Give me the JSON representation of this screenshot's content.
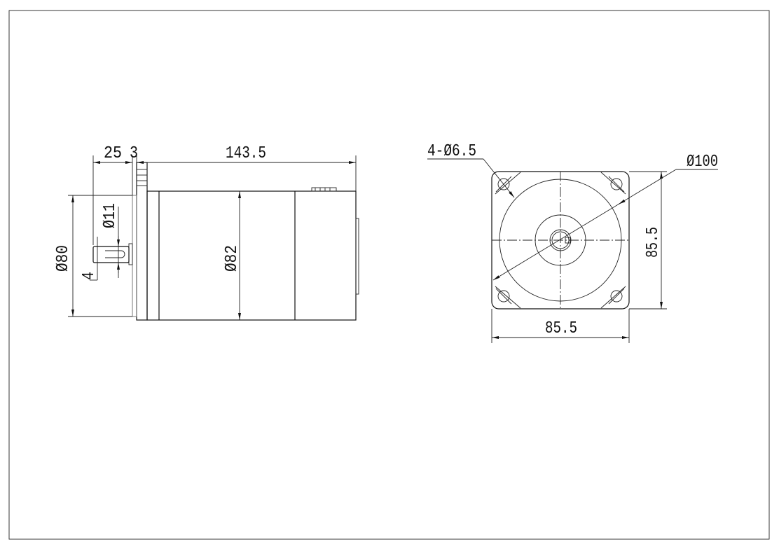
{
  "drawing": {
    "title": "Motor outline drawing",
    "side_view": {
      "shaft_length": "25",
      "flange_thickness": "3",
      "body_length": "143.5",
      "pilot_diameter": "Ø80",
      "shaft_diameter": "Ø11",
      "key_width": "4",
      "body_diameter": "Ø82"
    },
    "front_view": {
      "mounting_holes": "4-Ø6.5",
      "bolt_circle": "Ø100",
      "flange_height": "85.5",
      "flange_width": "85.5"
    }
  }
}
